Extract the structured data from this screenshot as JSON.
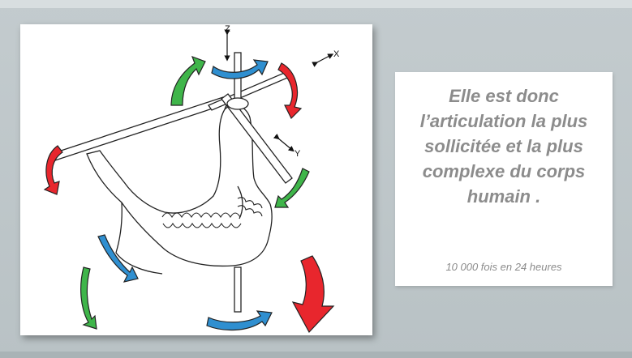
{
  "slide": {
    "main_text": "Elle est donc l’articulation la plus sollicitée et la plus complexe du corps humain .",
    "caption": "10 000 fois en 24 heures"
  },
  "diagram": {
    "axis_labels": {
      "z": "Z",
      "x": "X",
      "y": "Y"
    },
    "arrow_colors": {
      "red": "#e8262d",
      "green": "#3fb54a",
      "blue": "#2f8fd0"
    }
  }
}
